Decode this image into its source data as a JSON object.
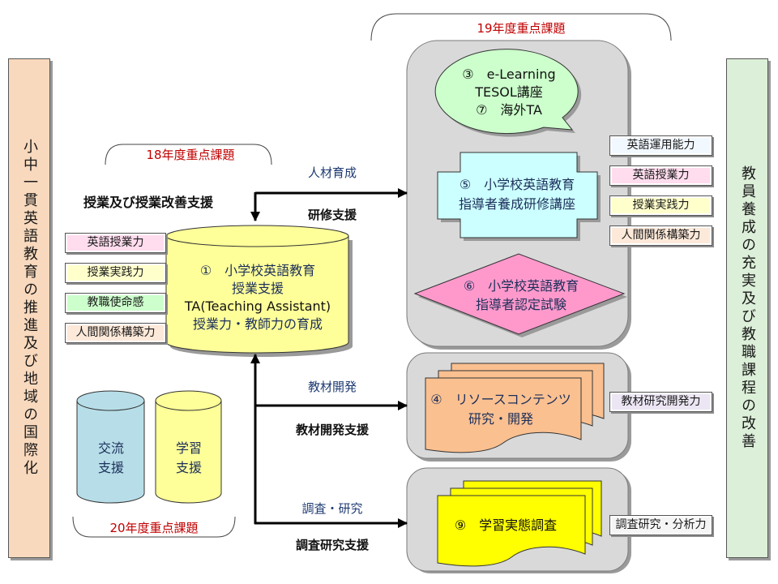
{
  "banners": {
    "left": "小中一貫英語教育の推進及び地域の国際化",
    "right": "教員養成の充実及び教職課程の改善"
  },
  "priorities": {
    "fy18": "18年度重点課題",
    "fy19": "19年度重点課題",
    "fy20": "20年度重点課題"
  },
  "lesson_support": {
    "heading": "授業及び授業改善支援",
    "cylinder_lines": [
      "①　小学校英語教育",
      "授業支援",
      "TA(Teaching Assistant)",
      "授業力・教師力の育成"
    ],
    "skills": [
      "英語授業力",
      "授業実践力",
      "教職使命感",
      "人間関係構築力"
    ]
  },
  "fy20_cylinders": {
    "exchange": [
      "交流",
      "支援"
    ],
    "learning": [
      "学習",
      "支援"
    ]
  },
  "flows": {
    "training": {
      "upper": "人材育成",
      "lower": "研修支援"
    },
    "materials": {
      "upper": "教材開発",
      "lower": "教材開発支援"
    },
    "research": {
      "upper": "調査・研究",
      "lower": "調査研究支援"
    }
  },
  "fy19_programs": {
    "elearning": [
      "③　e-Learning",
      "TESOL講座",
      "⑦　海外TA"
    ],
    "training_course": [
      "⑤　小学校英語教育",
      "指導者養成研修講座"
    ],
    "certification": [
      "⑥　小学校英語教育",
      "指導者認定試験"
    ],
    "skills": [
      "英語運用能力",
      "英語授業力",
      "授業実践力",
      "人間関係構築力"
    ]
  },
  "resources": {
    "lines": [
      "④　リソースコンテンツ",
      "研究・開発"
    ],
    "skill": "教材研究開発力"
  },
  "survey": {
    "label": "⑨　学習実態調査",
    "skill": "調査研究・分析力"
  },
  "colors": {
    "left_banner": "#f9d9bd",
    "right_banner": "#dcefd8",
    "priority_text": "#c00000",
    "panel": "#d9d9d9",
    "elearning": "#ccffcc",
    "training_course": "#ccffff",
    "certification": "#ff99cc",
    "resources": "#fac090",
    "survey": "#ffff00",
    "main_cylinder": "#ffff99",
    "exchange_cylinder": "#b7dee8",
    "learning_cylinder": "#ffff99",
    "skill_english_teaching": "#ffdcee",
    "skill_practice": "#ffffcc",
    "skill_mission": "#ccffcc",
    "skill_relations": "#fde9d9",
    "skill_language": "#f2f8ff",
    "skill_materials": "#ece6f4",
    "skill_research": "#f5f5f5"
  }
}
